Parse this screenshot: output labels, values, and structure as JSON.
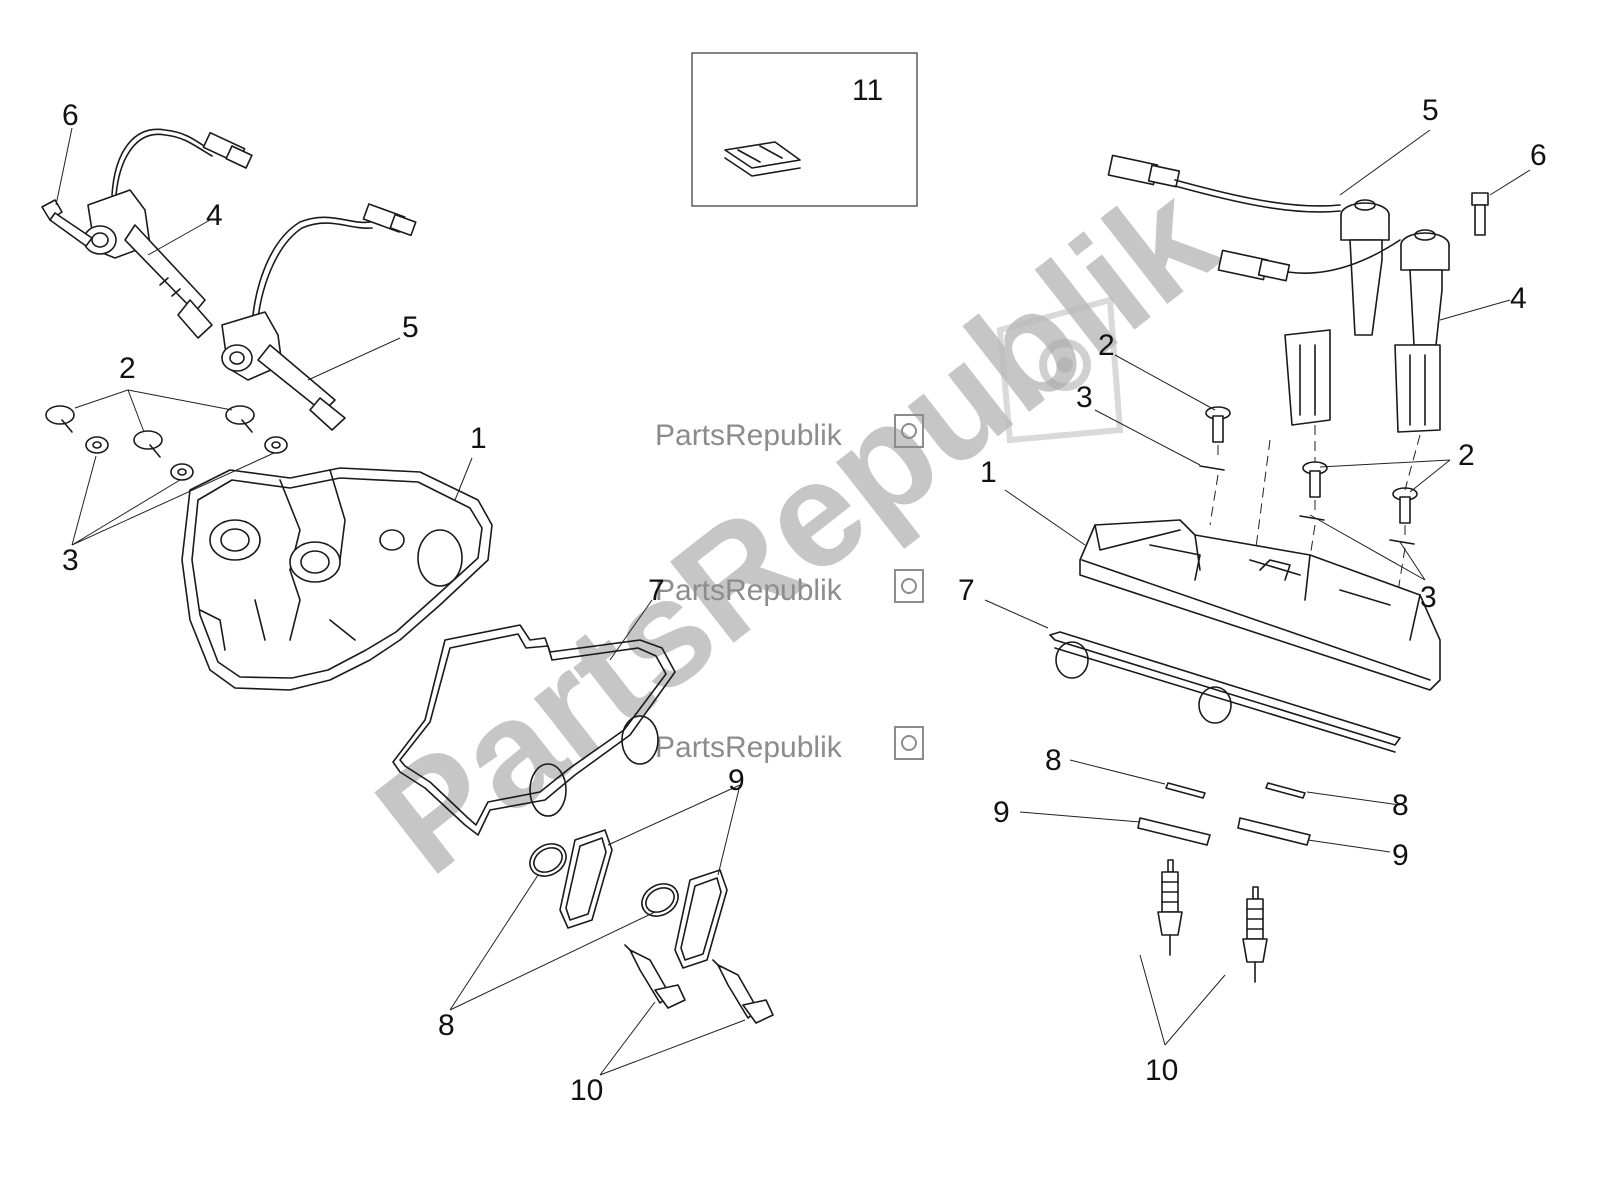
{
  "diagram": {
    "callouts": {
      "l1": "1",
      "l2": "2",
      "l3": "3",
      "l4": "4",
      "l5": "5",
      "l6": "6",
      "l7": "7",
      "l8": "8",
      "l9": "9",
      "l10": "10",
      "l11": "11",
      "r1": "1",
      "r2a": "2",
      "r2b": "2",
      "r3a": "3",
      "r3b": "3",
      "r4": "4",
      "r5": "5",
      "r6": "6",
      "r7": "7",
      "r8a": "8",
      "r8b": "8",
      "r9a": "9",
      "r9b": "9",
      "r10": "10"
    },
    "watermark": {
      "small_text": "PartsRepublik",
      "big_text": "PartsRepublik"
    }
  }
}
